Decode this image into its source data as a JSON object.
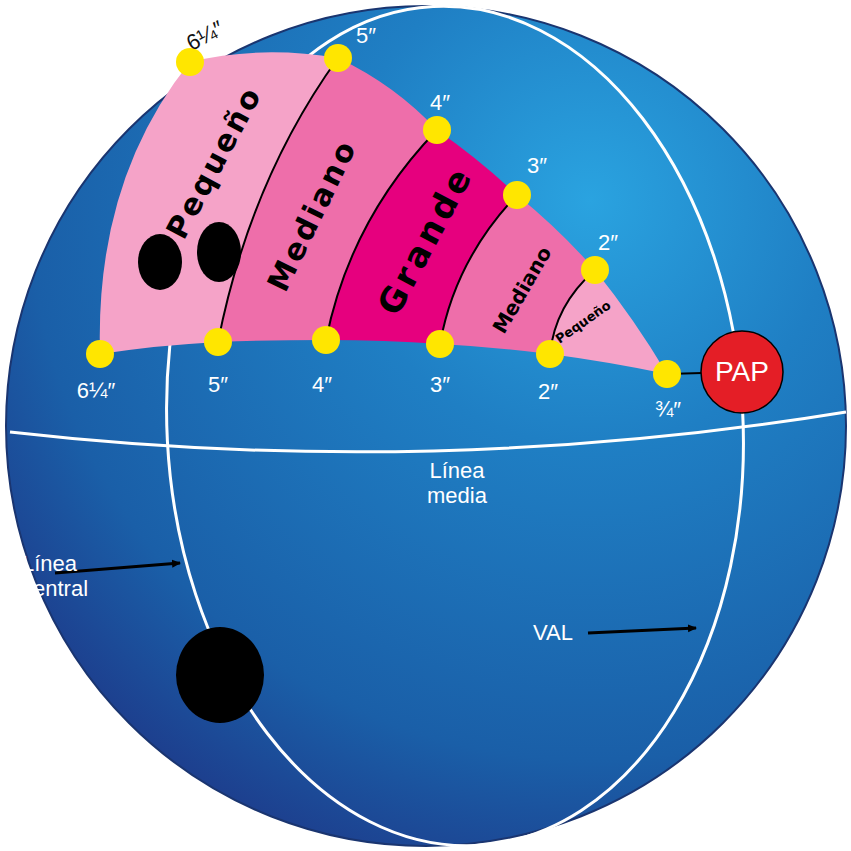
{
  "diagram": {
    "nodes": [
      {
        "text": [
          "Pequeño"
        ]
      },
      {
        "text": [
          "Mediano"
        ]
      },
      {
        "text": [
          "Grande"
        ]
      },
      {
        "text": [
          "Mediano"
        ]
      },
      {
        "text": [
          "Pequeño"
        ]
      },
      {
        "text": [
          "PAP"
        ]
      }
    ],
    "labels": [
      "6¼″",
      "5″",
      "4″",
      "3″",
      "2″",
      "6¼″",
      "5″",
      "4″",
      "3″",
      "2″",
      "¾″",
      "Línea media",
      "Línea central",
      "VAL"
    ]
  }
}
